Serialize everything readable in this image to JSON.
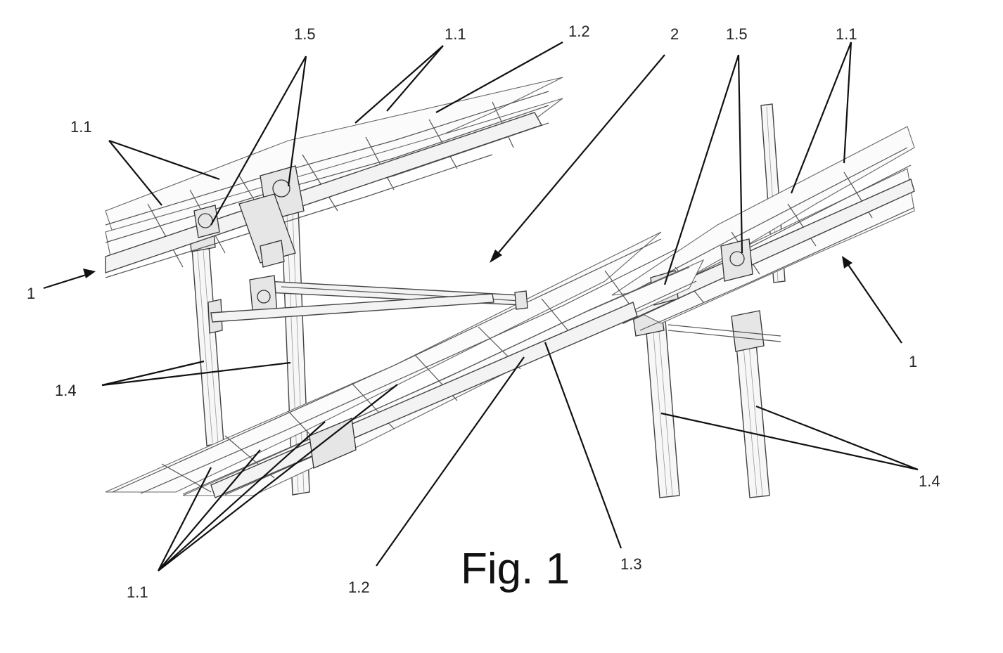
{
  "figure": {
    "caption": "Fig. 1",
    "labels": {
      "l1_left": "1",
      "l1_right": "1",
      "l2": "2",
      "l11_top_left": "1.1",
      "l11_top_center": "1.1",
      "l11_top_right": "1.1",
      "l11_bottom": "1.1",
      "l12_top": "1.2",
      "l12_bottom": "1.2",
      "l13": "1.3",
      "l14_left": "1.4",
      "l14_right": "1.4",
      "l15_left": "1.5",
      "l15_right": "1.5"
    }
  }
}
